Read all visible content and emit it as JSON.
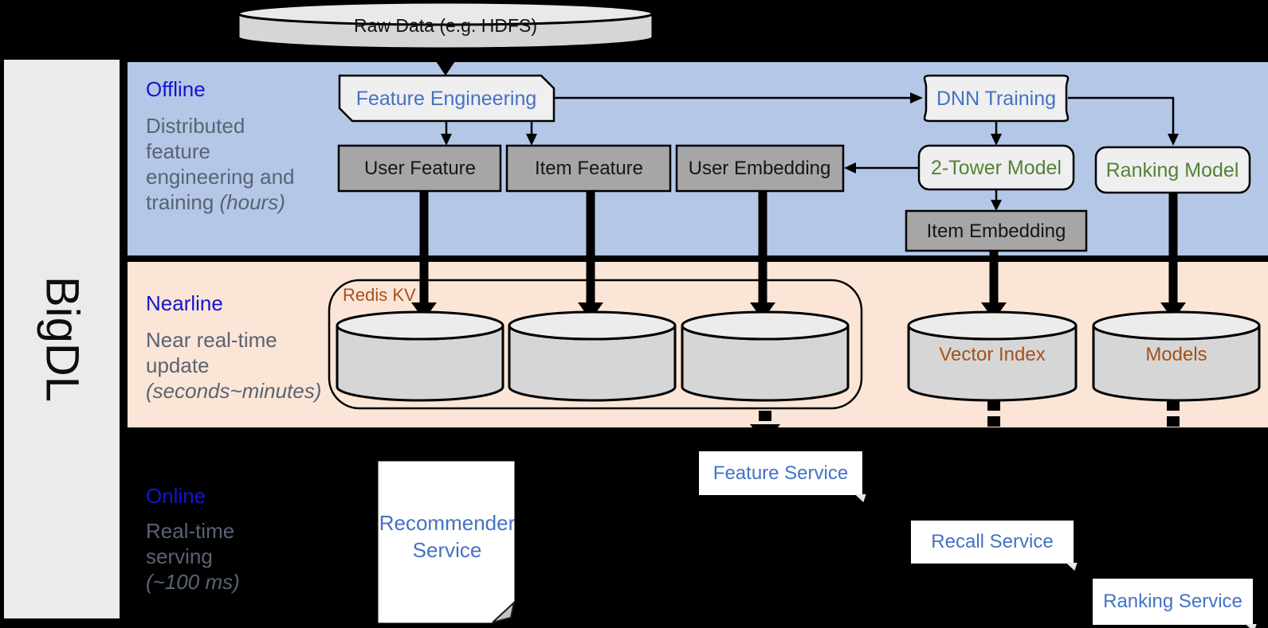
{
  "brand": {
    "label": "BigDL"
  },
  "source_db": {
    "label": "Raw Data (e.g. HDFS)"
  },
  "bands": {
    "offline": {
      "title": "Offline",
      "line1": "Distributed",
      "line2": "feature",
      "line3": "engineering and",
      "line4_text": "training ",
      "line4_italic": "(hours)"
    },
    "nearline": {
      "title": "Nearline",
      "line1": "Near real-time",
      "line2": "update",
      "line3_italic": "(seconds~minutes)"
    },
    "online": {
      "title": "Online",
      "line1": "Real-time",
      "line2": "serving",
      "line3_italic": "(~100 ms)"
    }
  },
  "nodes": {
    "feature_engineering": "Feature Engineering",
    "dnn_training": "DNN Training",
    "user_feature": "User Feature",
    "item_feature": "Item Feature",
    "user_embedding": "User Embedding",
    "two_tower_model": "2-Tower Model",
    "ranking_model": "Ranking Model",
    "item_embedding": "Item Embedding",
    "redis_kv": "Redis KV",
    "vector_index": "Vector Index",
    "models": "Models",
    "recommender_service": "Recommender Service",
    "feature_service": "Feature Service",
    "recall_service": "Recall Service",
    "ranking_service": "Ranking Service"
  },
  "colors": {
    "canvas_bg": "#000000",
    "offline_band": "#b4c7e7",
    "nearline_band": "#fbe5d6",
    "brand_bar": "#ebebeb",
    "heading_blue": "#1515cf",
    "description_gray": "#5a6372",
    "node_text_blue": "#4472c4",
    "node_text_green": "#548235",
    "storage_text_brown": "#a4511b",
    "gray_node_fill": "#a6a6a6",
    "light_node_fill": "#efefef",
    "cylinder_fill": "#d6d6d6",
    "service_box_fill": "#ffffff"
  }
}
